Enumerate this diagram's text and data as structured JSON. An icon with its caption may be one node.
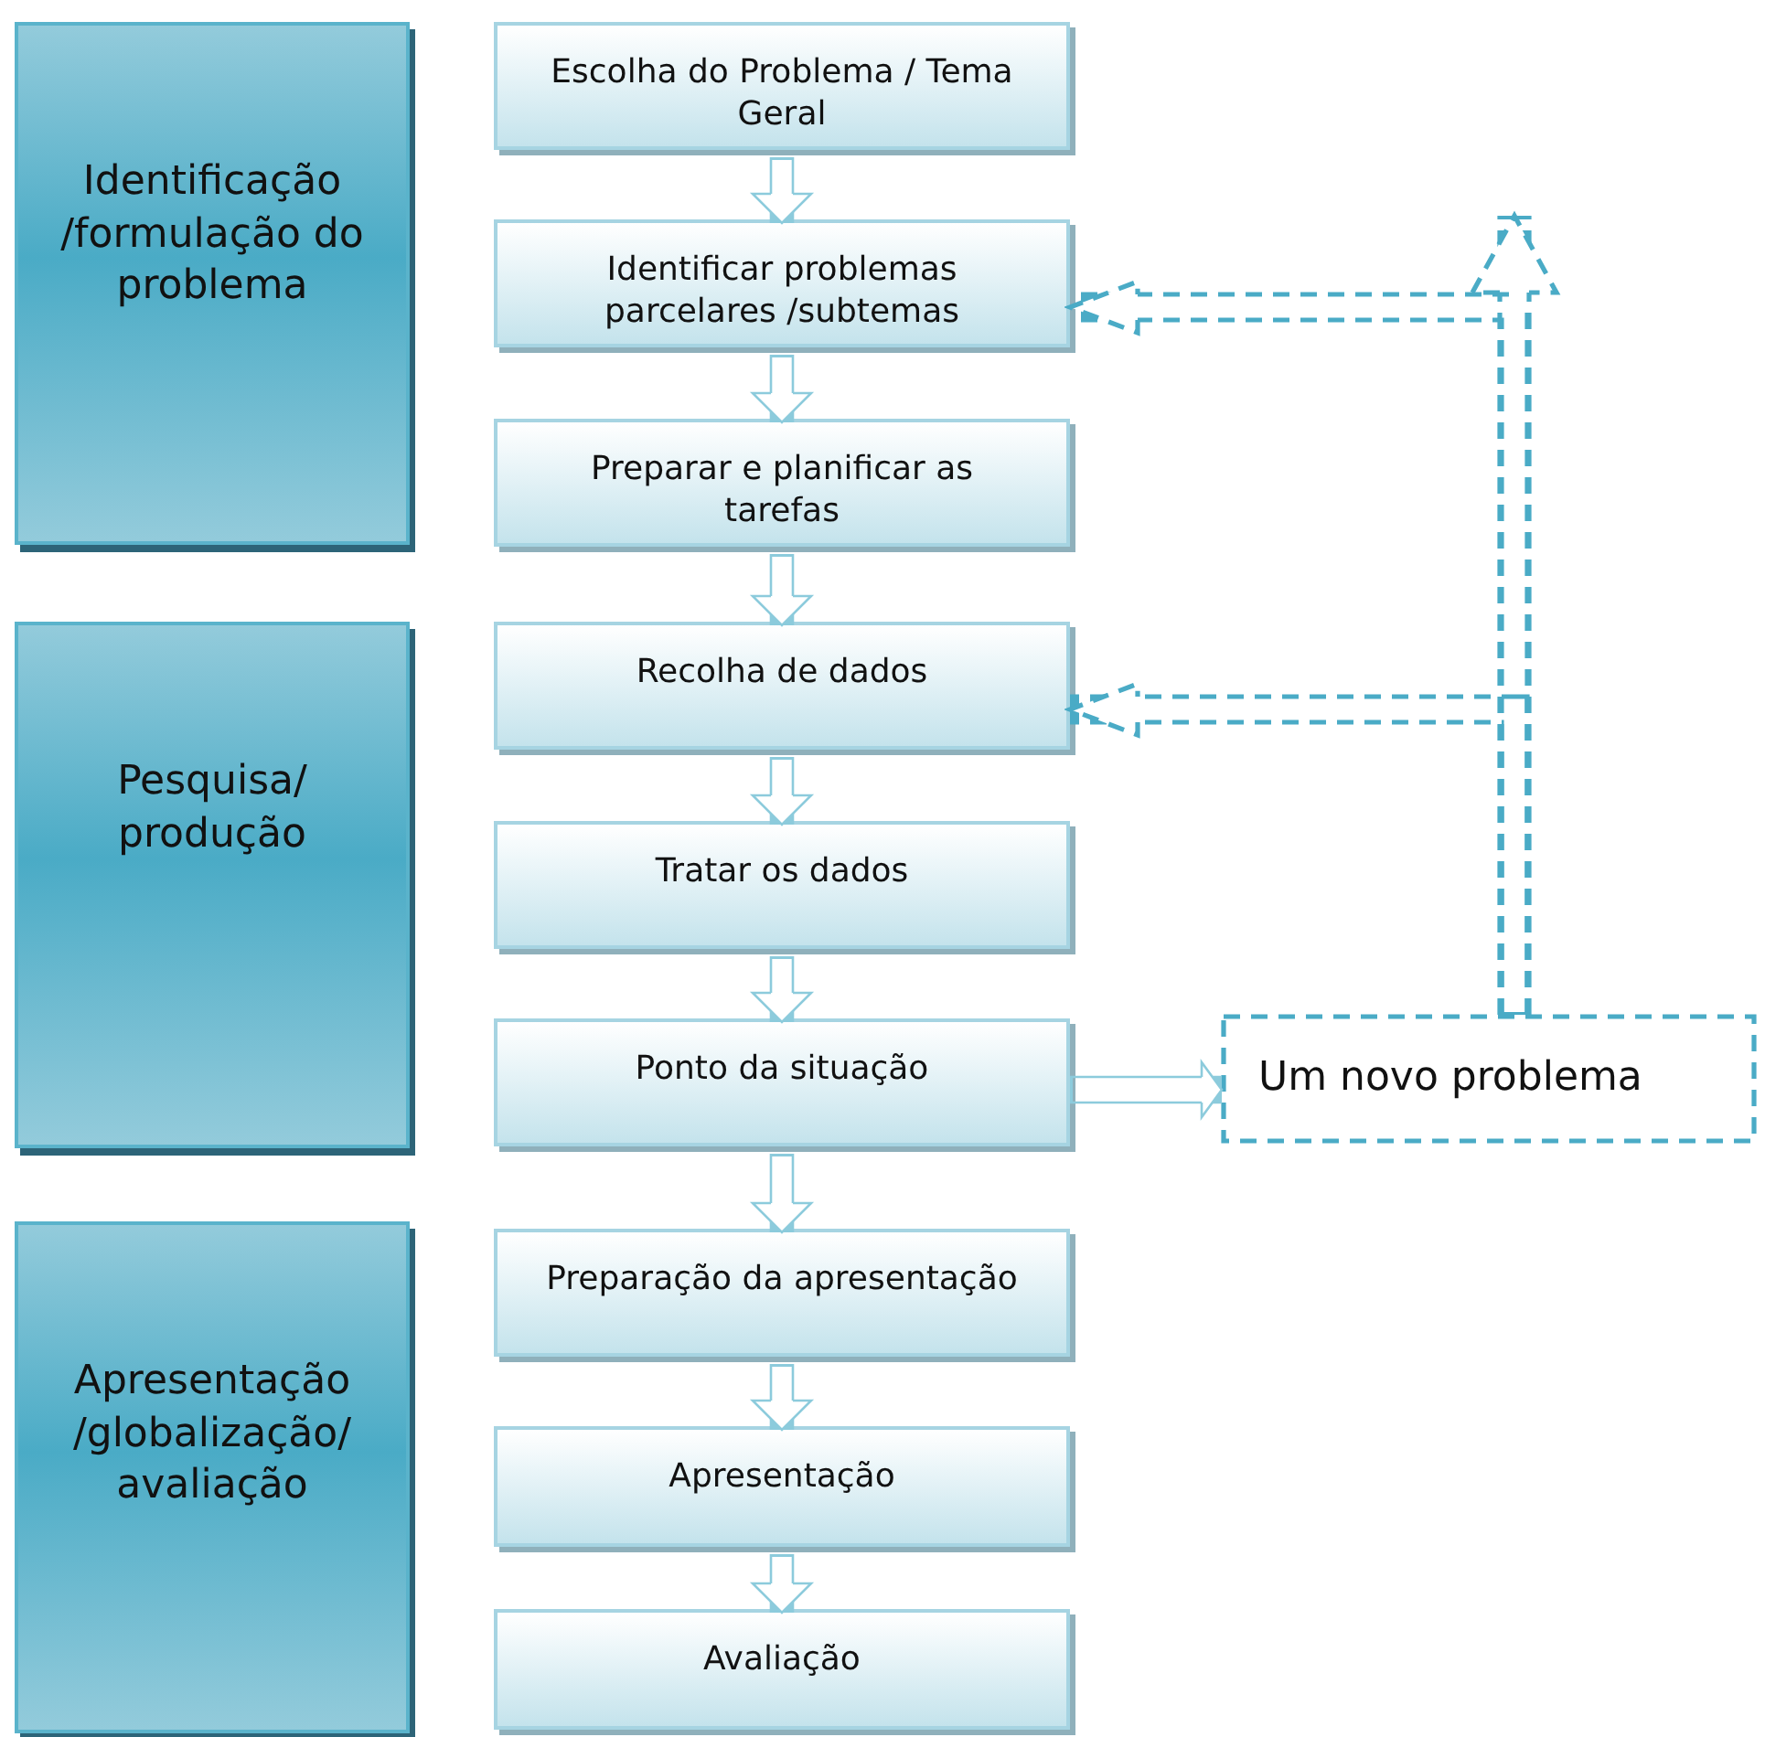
{
  "diagram": {
    "nodes": [
      {
        "text": [
          "Identificação /formulação do problema"
        ]
      },
      {
        "text": [
          "Escolha do Problema / Tema Geral"
        ]
      },
      {
        "text": [
          "Identificar problemas parcelares /subtemas"
        ]
      },
      {
        "text": [
          "Preparar e planificar as tarefas"
        ]
      },
      {
        "text": [
          "Pesquisa/ produção"
        ]
      },
      {
        "text": [
          "Recolha de dados"
        ]
      },
      {
        "text": [
          "Tratar os dados"
        ]
      },
      {
        "text": [
          "Ponto da situação"
        ]
      },
      {
        "text": [
          "Um novo problema"
        ]
      },
      {
        "text": [
          "Apresentação /globalização/ avaliação"
        ]
      },
      {
        "text": [
          "Preparação da apresentação"
        ]
      },
      {
        "text": [
          "Apresentação"
        ]
      },
      {
        "text": [
          "Avaliação"
        ]
      }
    ],
    "edges": [
      {
        "from": 1,
        "to": 2,
        "arrow": "to"
      },
      {
        "from": 2,
        "to": 3,
        "arrow": "to"
      },
      {
        "from": 3,
        "to": 5,
        "arrow": "to"
      },
      {
        "from": 5,
        "to": 6,
        "arrow": "to"
      },
      {
        "from": 6,
        "to": 7,
        "arrow": "to"
      },
      {
        "from": 7,
        "to": 10,
        "arrow": "to"
      },
      {
        "from": 10,
        "to": 11,
        "arrow": "to"
      },
      {
        "from": 11,
        "to": 12,
        "arrow": "to"
      },
      {
        "from": 7,
        "to": 8,
        "arrow": "to"
      },
      {
        "from": 8,
        "to": 2,
        "arrow": "to",
        "style": "dashed",
        "color": "#4aabc6"
      },
      {
        "from": 8,
        "to": 5,
        "arrow": "to",
        "style": "dashed",
        "color": "#4aabc6"
      },
      {
        "from": 8,
        "to": null,
        "arrow": "to",
        "style": "dashed",
        "color": "#4aabc6"
      }
    ]
  }
}
